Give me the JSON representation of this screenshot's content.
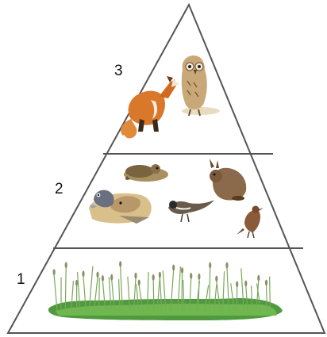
{
  "pyramid": {
    "levels": [
      {
        "number": "1",
        "icons": [
          "grass-icon"
        ]
      },
      {
        "number": "2",
        "icons": [
          "ground-squirrel-icon",
          "gopher-icon",
          "vole-icon",
          "rabbit-icon",
          "sparrow-icon",
          "small-bird-icon"
        ]
      },
      {
        "number": "3",
        "icons": [
          "fox-icon",
          "owl-icon"
        ]
      }
    ],
    "colors": {
      "outline": "#555555",
      "background": "#ffffff"
    }
  }
}
